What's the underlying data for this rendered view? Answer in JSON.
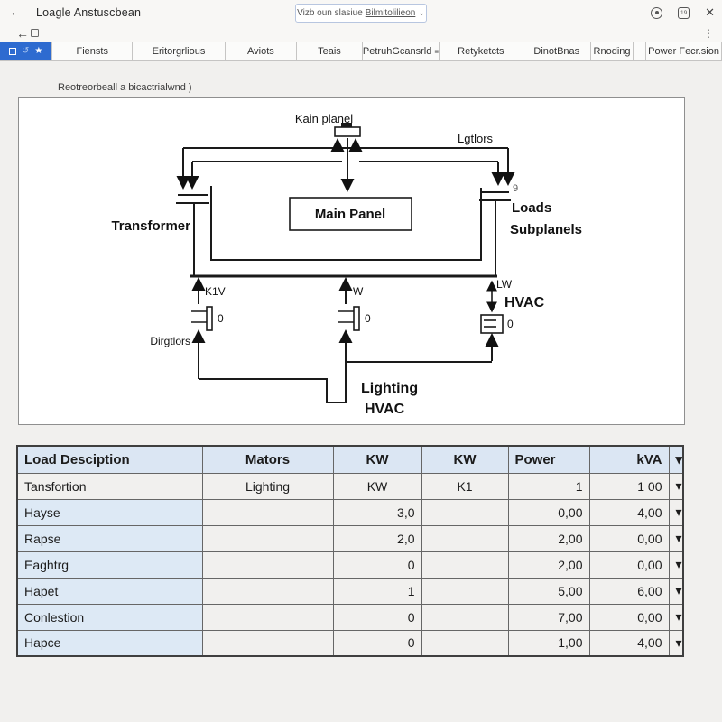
{
  "window": {
    "title": "Loagle Anstuscbean",
    "address_text": "Vizb oun slasiue",
    "address_text_underlined": "Bilmitolilieon",
    "address_caret": "⌄",
    "tab_count": "19",
    "close_glyph": "✕",
    "back_glyph": "←",
    "kebab_glyph": "⋮"
  },
  "ribbon": {
    "tabs": [
      "Fiensts",
      "Eritorgrlious",
      "Aviots",
      "Teais",
      "PetruhGcansrld",
      "Retyketcts",
      "DinotBnas",
      "Rnoding",
      "",
      "Power Fecr.sion"
    ],
    "list_icon": "≡",
    "undo_icon": "↺",
    "star_icon": "★"
  },
  "caption": "Reotreorbeall a bicactrialwnd )",
  "diagram": {
    "top_breaker_label": "Kain planel",
    "feeder_label": "Lgtlors",
    "transformer_label": "Transformer",
    "main_panel_label": "Main Panel",
    "loads_label_line1": "Loads",
    "loads_label_line2": "Subplanels",
    "breaker_number": "9",
    "tap1_label": "K1V",
    "tap2_label": "W",
    "tap3_label": "LW",
    "hvac_label": "HVAC",
    "breaker_zero": "0",
    "generators_label": "Dirgtlors",
    "lighting_label": "Lighting",
    "hvac_bottom_label": "HVAC"
  },
  "table": {
    "headers": [
      "Load Desciption",
      "Mators",
      "KW",
      "KW",
      "Power",
      "kVA"
    ],
    "dropdown_icon": "▾",
    "rows": [
      {
        "desc": "Tansfortion",
        "motors": "Lighting",
        "kw1": "KW",
        "kw2": "K1",
        "power": "1",
        "kva": "1      00"
      },
      {
        "desc": "Hayse",
        "motors": "",
        "kw1": "3,0",
        "kw2": "",
        "power": "0,00",
        "kva": "4,00"
      },
      {
        "desc": "Rapse",
        "motors": "",
        "kw1": "2,0",
        "kw2": "",
        "power": "2,00",
        "kva": "0,00"
      },
      {
        "desc": "Eaghtrg",
        "motors": "",
        "kw1": "0",
        "kw2": "",
        "power": "2,00",
        "kva": "0,00"
      },
      {
        "desc": "Hapet",
        "motors": "",
        "kw1": "1",
        "kw2": "",
        "power": "5,00",
        "kva": "6,00"
      },
      {
        "desc": "Conlestion",
        "motors": "",
        "kw1": "0",
        "kw2": "",
        "power": "7,00",
        "kva": "0,00"
      },
      {
        "desc": "Hapce",
        "motors": "",
        "kw1": "0",
        "kw2": "",
        "power": "1,00",
        "kva": "4,00"
      }
    ]
  },
  "colors": {
    "accent_blue": "#2e6bd0",
    "header_blue": "#dbe6f3",
    "row_blue": "#dde9f5"
  }
}
